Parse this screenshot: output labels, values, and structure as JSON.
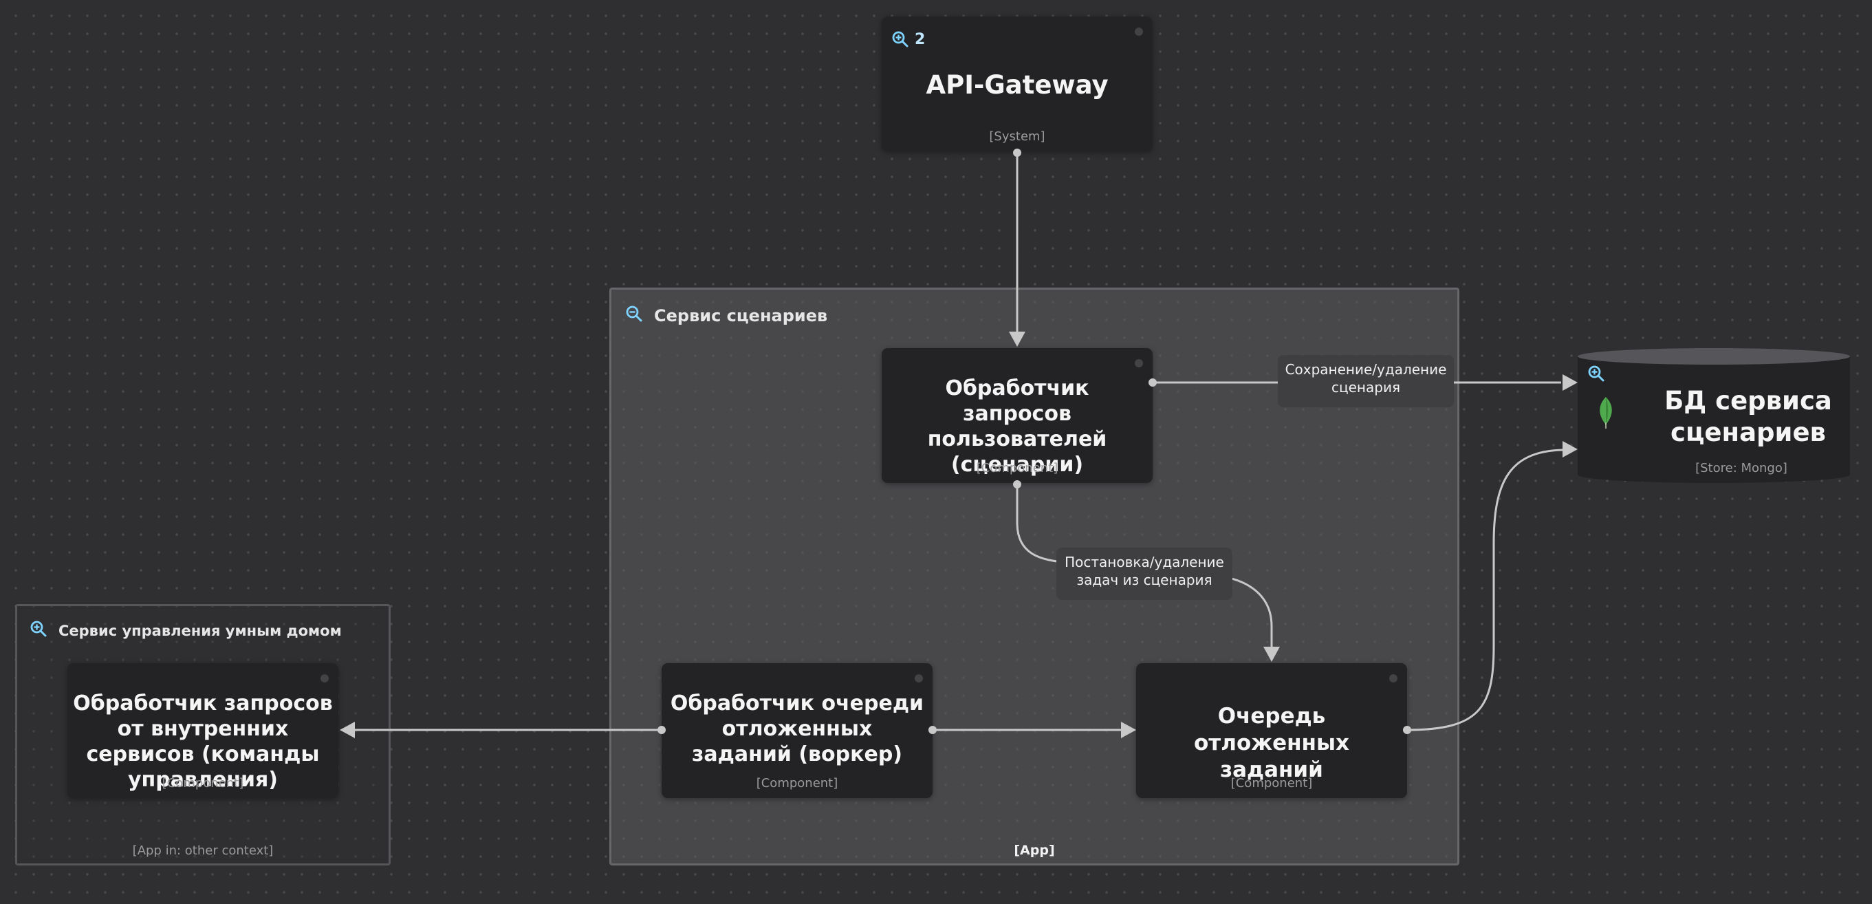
{
  "api_gateway": {
    "zoom_count": "2",
    "title": "API-Gateway",
    "technology": "[System]"
  },
  "scenario_service": {
    "title": "Сервис сценариев",
    "footer": "[App]"
  },
  "smart_home_service": {
    "title": "Сервис управления умным домом",
    "footer": "[App in: other context]"
  },
  "user_request_handler": {
    "title": "Обработчик запросов пользователей (сценарии)",
    "technology": "[Component]"
  },
  "deferred_queue_worker": {
    "title": "Обработчик очереди отложенных заданий (воркер)",
    "technology": "[Component]"
  },
  "deferred_queue": {
    "title": "Очередь отложенных заданий",
    "technology": "[Component]"
  },
  "internal_request_handler": {
    "title": "Обработчик запросов от внутренних сервисов (команды управления)",
    "technology": "[Component]"
  },
  "scenario_db": {
    "title": "БД сервиса сценариев",
    "technology": "[Store: Mongo]"
  },
  "edge_labels": {
    "save_delete": "Сохранение/удаление сценария",
    "enqueue_delete": "Постановка/удаление задач из сценария"
  },
  "icons": {
    "zoom_in": "zoom-in-icon",
    "zoom_out": "zoom-out-icon",
    "mongo": "mongodb-leaf-icon"
  },
  "colors": {
    "background": "#2f2f31",
    "node": "#232325",
    "boundary_fill": "#5c5c60",
    "edge": "#c8c8c8",
    "edge_label_bg": "#3f3f42",
    "icon_accent": "#7fd3ff",
    "mongo_leaf": "#4fa94d"
  }
}
